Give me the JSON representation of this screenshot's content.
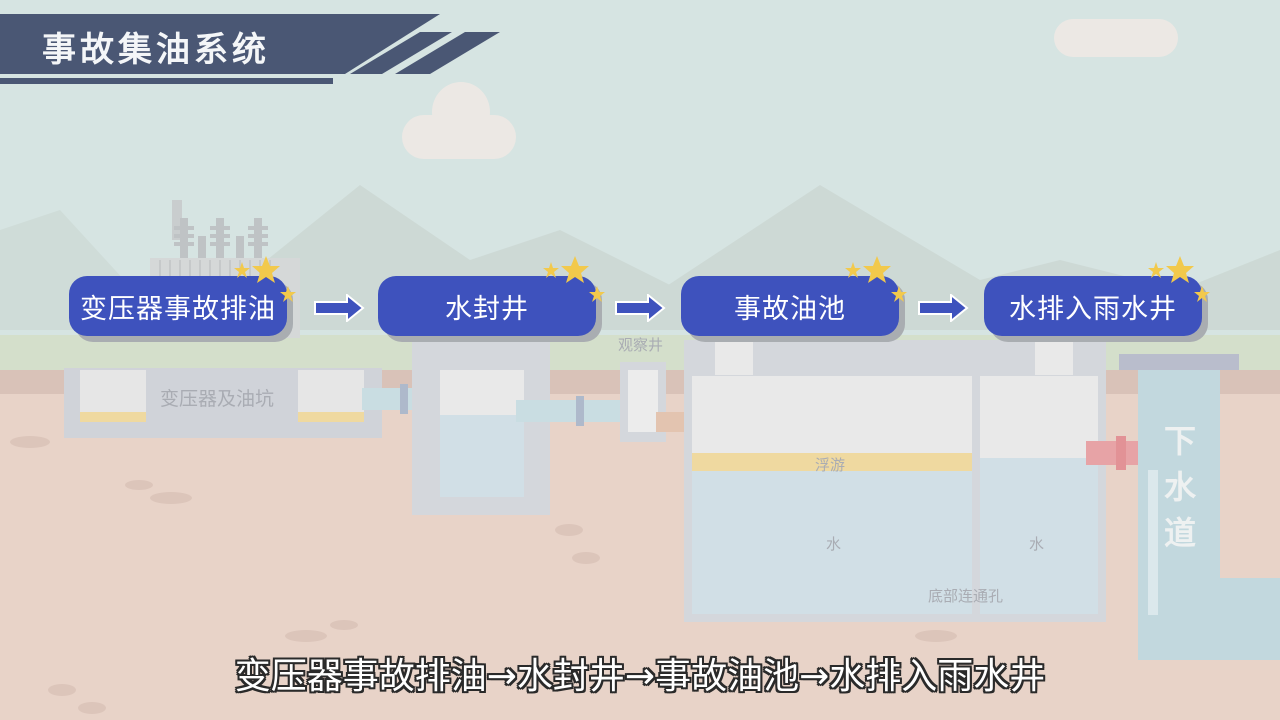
{
  "title": "事故集油系统",
  "steps": [
    {
      "label": "变压器事故排油"
    },
    {
      "label": "水封井"
    },
    {
      "label": "事故油池"
    },
    {
      "label": "水排入雨水井"
    }
  ],
  "diagram_labels": {
    "transformer_pit": "变压器及油坑",
    "inspection_well": "观察井",
    "floating_oil": "浮游",
    "water_left": "水",
    "water_right": "水",
    "bottom_hole": "底部连通孔",
    "sewer": "下水道"
  },
  "subtitle": "变压器事故排油→水封井→事故油池→水排入雨水井",
  "colors": {
    "title_bar": "#4a5774",
    "step_pill": "#3e52bd",
    "star": "#f2c94c",
    "sky": "#d6e4e2",
    "soil": "#e8d3c8",
    "water": "#d1dfe6",
    "oil": "#efd9a0",
    "outlet_pipe": "#e7a3a6"
  }
}
